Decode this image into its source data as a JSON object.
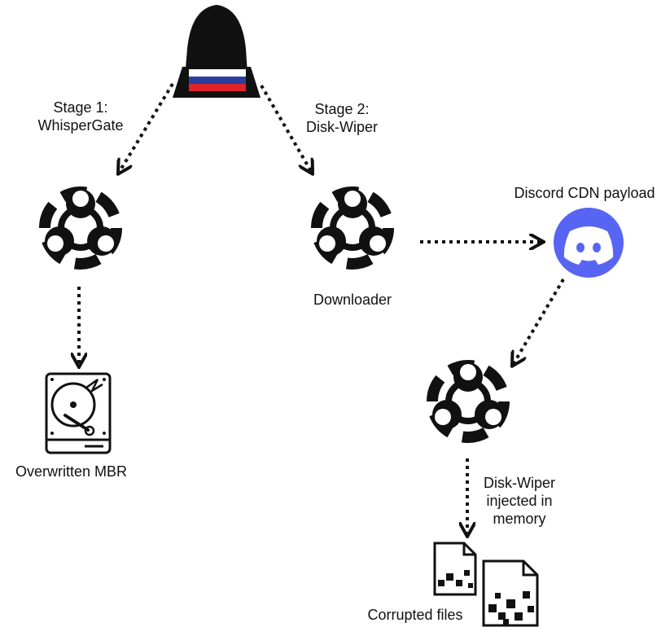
{
  "labels": {
    "stage1_line1": "Stage 1:",
    "stage1_line2": "WhisperGate",
    "stage2_line1": "Stage 2:",
    "stage2_line2": "Disk-Wiper",
    "downloader": "Downloader",
    "discord": "Discord CDN payload",
    "mbr": "Overwritten MBR",
    "injected_line1": "Disk-Wiper",
    "injected_line2": "injected in",
    "injected_line3": "memory",
    "corrupted": "Corrupted files"
  },
  "icons": {
    "attacker": "hooded-hacker-icon",
    "hazard": "biohazard-icon",
    "drive": "hard-drive-icon",
    "discord": "discord-logo-icon",
    "files": "corrupted-file-icon"
  },
  "colors": {
    "flag_white": "#ffffff",
    "flag_blue": "#2b3fa0",
    "flag_red": "#e0232b",
    "discord_blue": "#5865f2",
    "ink": "#111111"
  }
}
